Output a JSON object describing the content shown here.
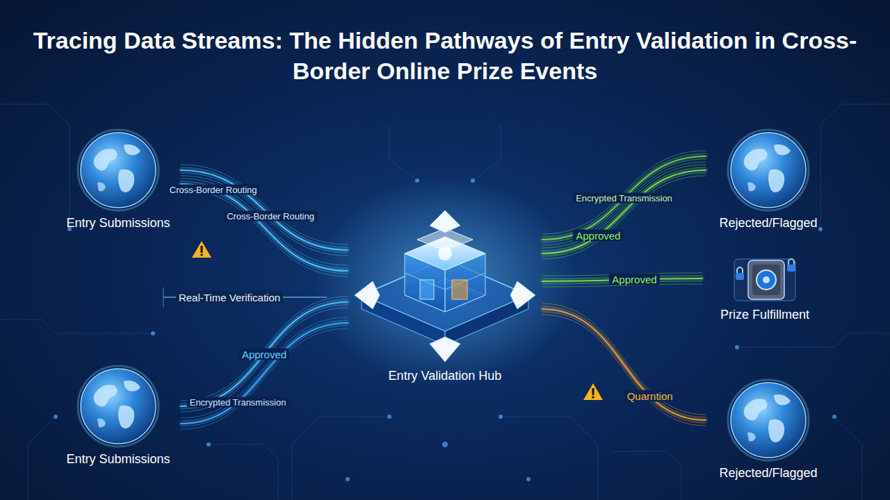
{
  "diagram": {
    "title": "Tracing Data Streams: The Hidden Pathways of Entry Validation in Cross-Border Online Prize Events",
    "nodes": [
      {
        "text": [
          "Entry Submissions"
        ]
      },
      {
        "text": [
          "Entry Submissions"
        ]
      },
      {
        "text": [
          "Entry Validation Hub"
        ]
      },
      {
        "text": [
          "Rejected/Flagged"
        ]
      },
      {
        "text": [
          "Prize Fulfillment"
        ]
      },
      {
        "text": [
          "Rejected/Flagged"
        ]
      }
    ],
    "edges": [
      {
        "from": 0,
        "to": 2,
        "label": "Cross-Border Routing",
        "arrow": "none"
      },
      {
        "from": 0,
        "to": 2,
        "label": "Cross-Border Routing",
        "arrow": "none"
      },
      {
        "from": 1,
        "to": 2,
        "label": "Approved",
        "arrow": "none"
      },
      {
        "from": 1,
        "to": 2,
        "label": "Encrypted Transmission",
        "arrow": "none"
      },
      {
        "from": 2,
        "to": 3,
        "label": "Approved",
        "arrow": "none"
      },
      {
        "from": 2,
        "to": 3,
        "label": "Encrypted Transmission",
        "arrow": "none"
      },
      {
        "from": 2,
        "to": 4,
        "label": "Approved",
        "arrow": "none"
      },
      {
        "from": 2,
        "to": 5,
        "label": "Quarntion",
        "arrow": "none"
      }
    ],
    "labels": [
      "Real-Time Verification"
    ]
  }
}
